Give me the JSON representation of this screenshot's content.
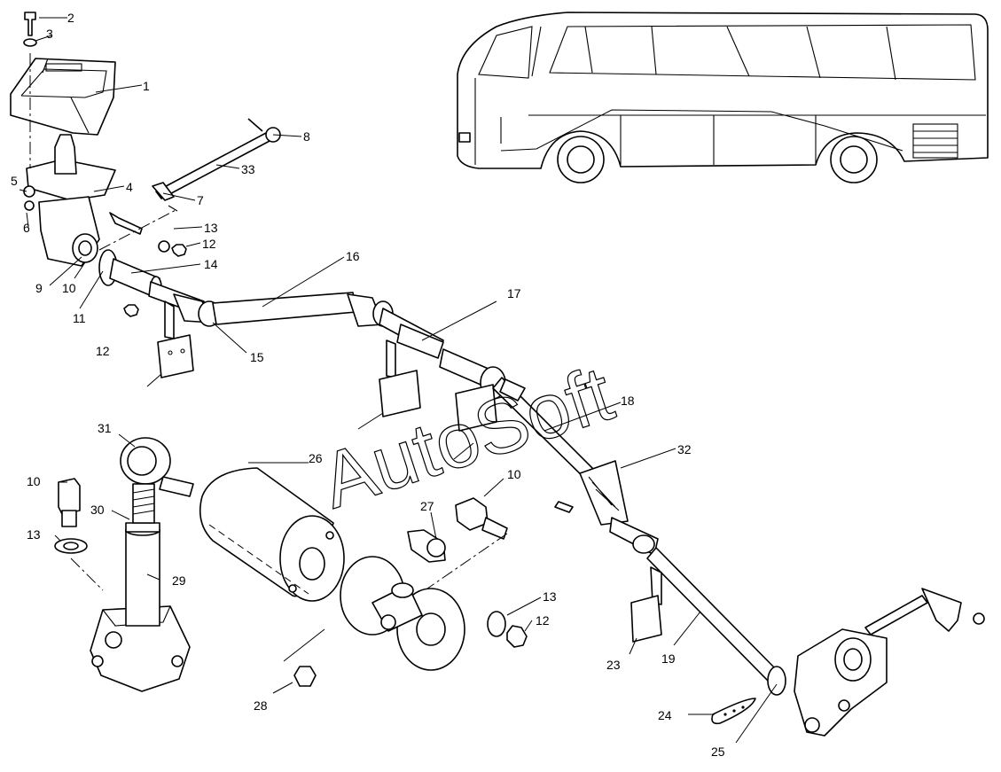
{
  "watermark": "AutoSoft",
  "labels": {
    "n1": "1",
    "n2": "2",
    "n3": "3",
    "n4": "4",
    "n5": "5",
    "n6": "6",
    "n7": "7",
    "n8": "8",
    "n9": "9",
    "n10": "10",
    "n11": "11",
    "n12": "12",
    "n13": "13",
    "n14": "14",
    "n15": "15",
    "n16": "16",
    "n17": "17",
    "n18": "18",
    "n19": "19",
    "n23": "23",
    "n24": "24",
    "n25": "25",
    "n26": "26",
    "n27": "27",
    "n28": "28",
    "n29": "29",
    "n30": "30",
    "n31": "31",
    "n32": "32",
    "n33": "33"
  }
}
